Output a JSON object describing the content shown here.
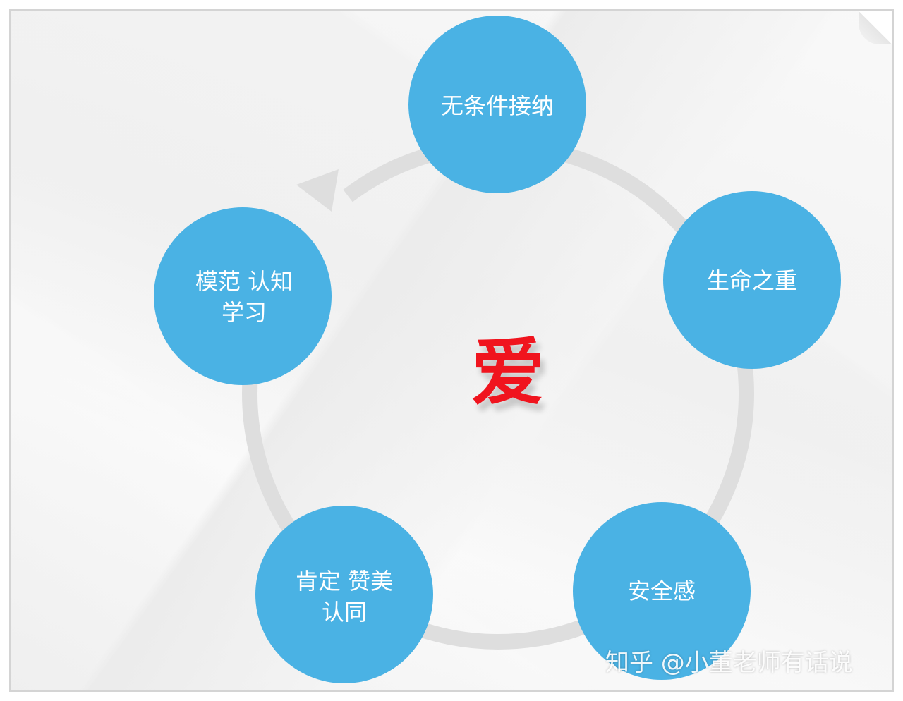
{
  "diagram": {
    "center": "爱",
    "nodes": [
      {
        "id": "top",
        "label": "无条件接纳"
      },
      {
        "id": "right",
        "label": "生命之重"
      },
      {
        "id": "bottom-right",
        "label": "安全感"
      },
      {
        "id": "bottom-left",
        "label": "肯定 赞美\n认同"
      },
      {
        "id": "left",
        "label": "模范 认知\n学习"
      }
    ]
  },
  "watermark": "知乎 @小董老师有话说",
  "colors": {
    "node_fill": "#4ab2e4",
    "ring": "#dedede",
    "center_text": "#f0141e"
  }
}
